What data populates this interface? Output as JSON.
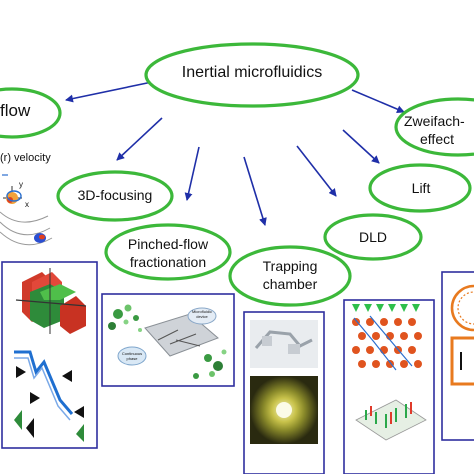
{
  "diagram": {
    "center_node": "Inertial microfluidics",
    "nodes": {
      "flow": "flow",
      "zweifach_line1": "Zweifach-",
      "zweifach_line2": "effect",
      "focusing_3d": "3D-focusing",
      "lift": "Lift",
      "dld": "DLD",
      "pinched_line1": "Pinched-flow",
      "pinched_line2": "fractionation",
      "trapping_line1": "Trapping",
      "trapping_line2": "chamber"
    },
    "panel_texts": {
      "velocity": "(r) velocity",
      "axis_y": "y",
      "axis_x": "x",
      "microfluidic_device": "Microfluidic device",
      "continuous_phase": "Continuous phase"
    },
    "colors": {
      "node_border": "#3cb83a",
      "arrow": "#1f2fa8",
      "panel_border": "#2f2f9e"
    }
  }
}
